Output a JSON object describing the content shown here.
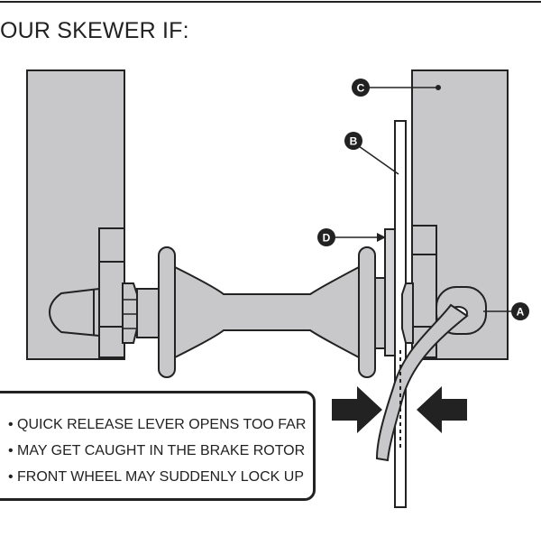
{
  "heading": "OUR SKEWER IF:",
  "callouts": {
    "a": "A",
    "b": "B",
    "c": "C",
    "d": "D"
  },
  "warning": {
    "bullet": "•",
    "items": [
      "QUICK RELEASE LEVER OPENS TOO FAR",
      "MAY GET CAUGHT IN THE BRAKE ROTOR",
      "FRONT WHEEL MAY SUDDENLY LOCK UP"
    ]
  },
  "colors": {
    "ink": "#222222",
    "part_fill": "#c8c8ca",
    "part_fill_light": "#d4d4d6",
    "background": "#ffffff"
  }
}
